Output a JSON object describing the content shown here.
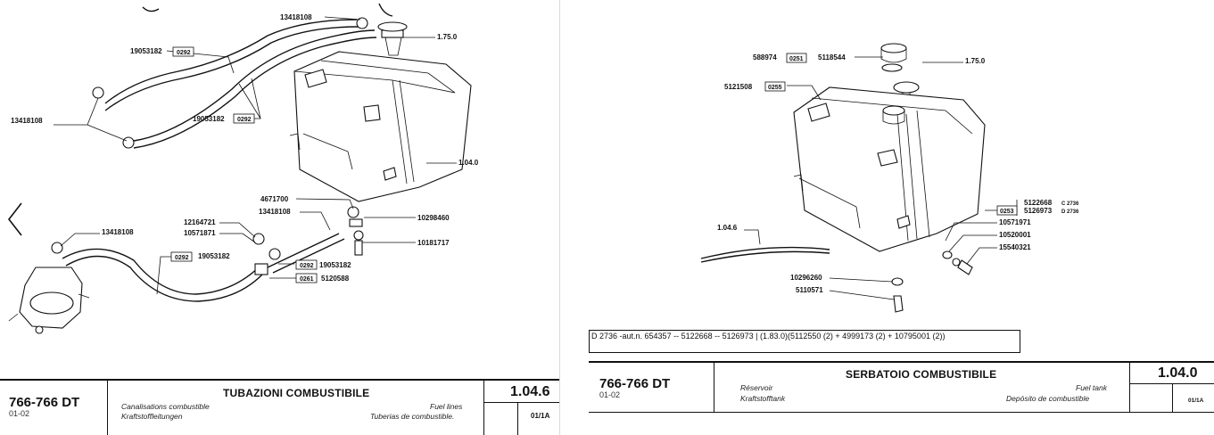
{
  "left_page": {
    "labels": {
      "p13418108_top": "13418108",
      "p175": "1.75.0",
      "p19053182_a": "19053182",
      "box_0292_a": "0292",
      "p13418108_left": "13418108",
      "p19053182_b": "19053182",
      "box_0292_b": "0292",
      "p104": "1.04.0",
      "p4671700": "4671700",
      "p13418108_mid": "13418108",
      "p10298460": "10298460",
      "p12164721": "12164721",
      "p10571871": "10571871",
      "p10181717": "10181717",
      "p13418108_pump": "13418108",
      "box_0292_c": "0292",
      "p19053182_c": "19053182",
      "box_0292_d": "0292",
      "p19053182_d": "19053182",
      "box_0261": "0261",
      "p5120588": "5120588"
    },
    "title_block": {
      "model": "766-766 DT",
      "sub": "01-02",
      "title": "TUBAZIONI COMBUSTIBILE",
      "fr": "Canalisations combustible",
      "de": "Kraftstoffleitungen",
      "en": "Fuel lines",
      "es": "Tuberias de combustible.",
      "ref": "1.04.6",
      "sheet": "01/1A"
    }
  },
  "right_page": {
    "labels": {
      "p588974": "588974",
      "box_0251": "0251",
      "p5118544": "5118544",
      "p175": "1.75.0",
      "p5121508": "5121508",
      "box_0255": "0255",
      "p5122668": "5122668",
      "c2736": "C 2736",
      "p5126973": "5126973",
      "d2736": "D 2736",
      "box_0253": "0253",
      "p10571971": "10571971",
      "p10520001": "10520001",
      "p15540321": "15540321",
      "p1046": "1.04.6",
      "p10296260": "10296260",
      "p5110571": "5110571"
    },
    "note": "D 2736 -aut.n. 654357 -- 5122668 -- 5126973 | (1.83.0)(5112550 (2) + 4999173 (2) + 10795001 (2))",
    "title_block": {
      "model": "766-766 DT",
      "sub": "01-02",
      "title": "SERBATOIO COMBUSTIBILE",
      "fr": "Réservoir",
      "de": "Kraftstofftank",
      "en": "Fuel tank",
      "es": "Depósito de combustible",
      "ref": "1.04.0",
      "sheet": "01/1A"
    }
  },
  "nav": {
    "prev_glyph": "<"
  }
}
